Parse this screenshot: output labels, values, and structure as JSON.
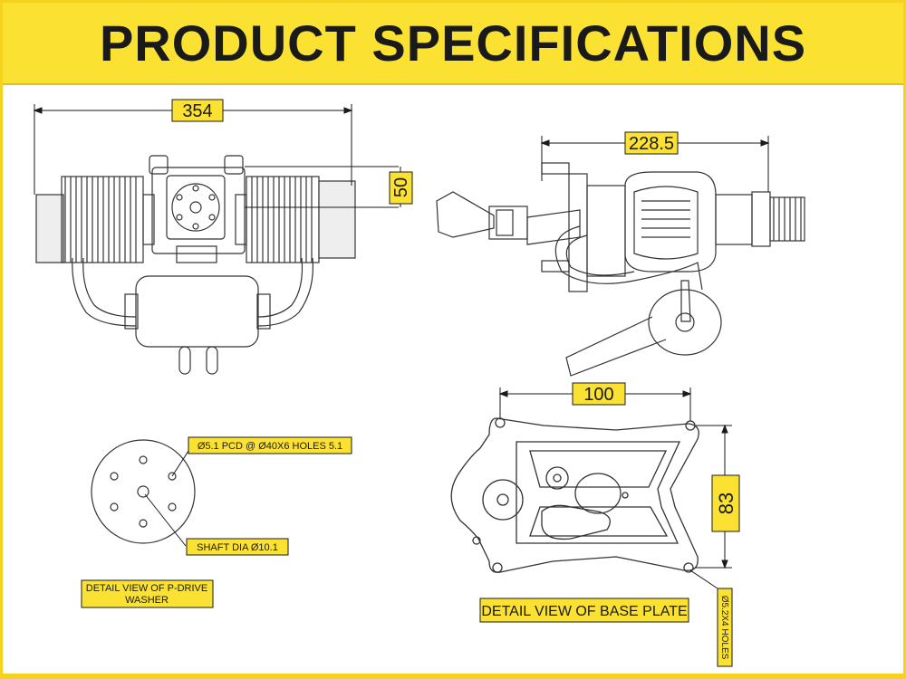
{
  "header": {
    "title": "PRODUCT SPECIFICATIONS"
  },
  "dimensions": {
    "front_width": "354",
    "front_height": "50",
    "side_length": "228.5",
    "plate_width": "100",
    "plate_height": "83"
  },
  "labels": {
    "washer_pcd": "Ø5.1 PCD @ Ø40X6 HOLES 5.1",
    "shaft_dia": "SHAFT DIA Ø10.1",
    "washer_detail_line1": "DETAIL VIEW OF P-DRIVE",
    "washer_detail_line2": "WASHER",
    "base_plate_detail": "DETAIL VIEW OF BASE PLATE",
    "plate_holes": "Ø5.2X4 HOLES"
  },
  "colors": {
    "accent_yellow": "#fbe232",
    "line_dark": "#1a1a1a",
    "engine_stroke": "#333333"
  }
}
